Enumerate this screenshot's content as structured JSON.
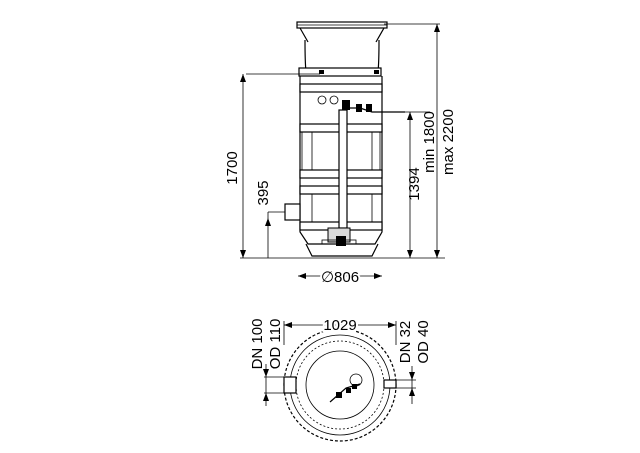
{
  "side_view": {
    "height_overall": "1700",
    "inlet_height": "395",
    "outlet_height": "1394",
    "adjust_min": "min 1800",
    "adjust_max": "max  2200",
    "diameter": "∅806"
  },
  "top_view": {
    "outer_diameter": "1029",
    "inlet_dn": "DN 100",
    "inlet_od": "OD 110",
    "outlet_dn": "DN 32",
    "outlet_od": "OD 40"
  }
}
